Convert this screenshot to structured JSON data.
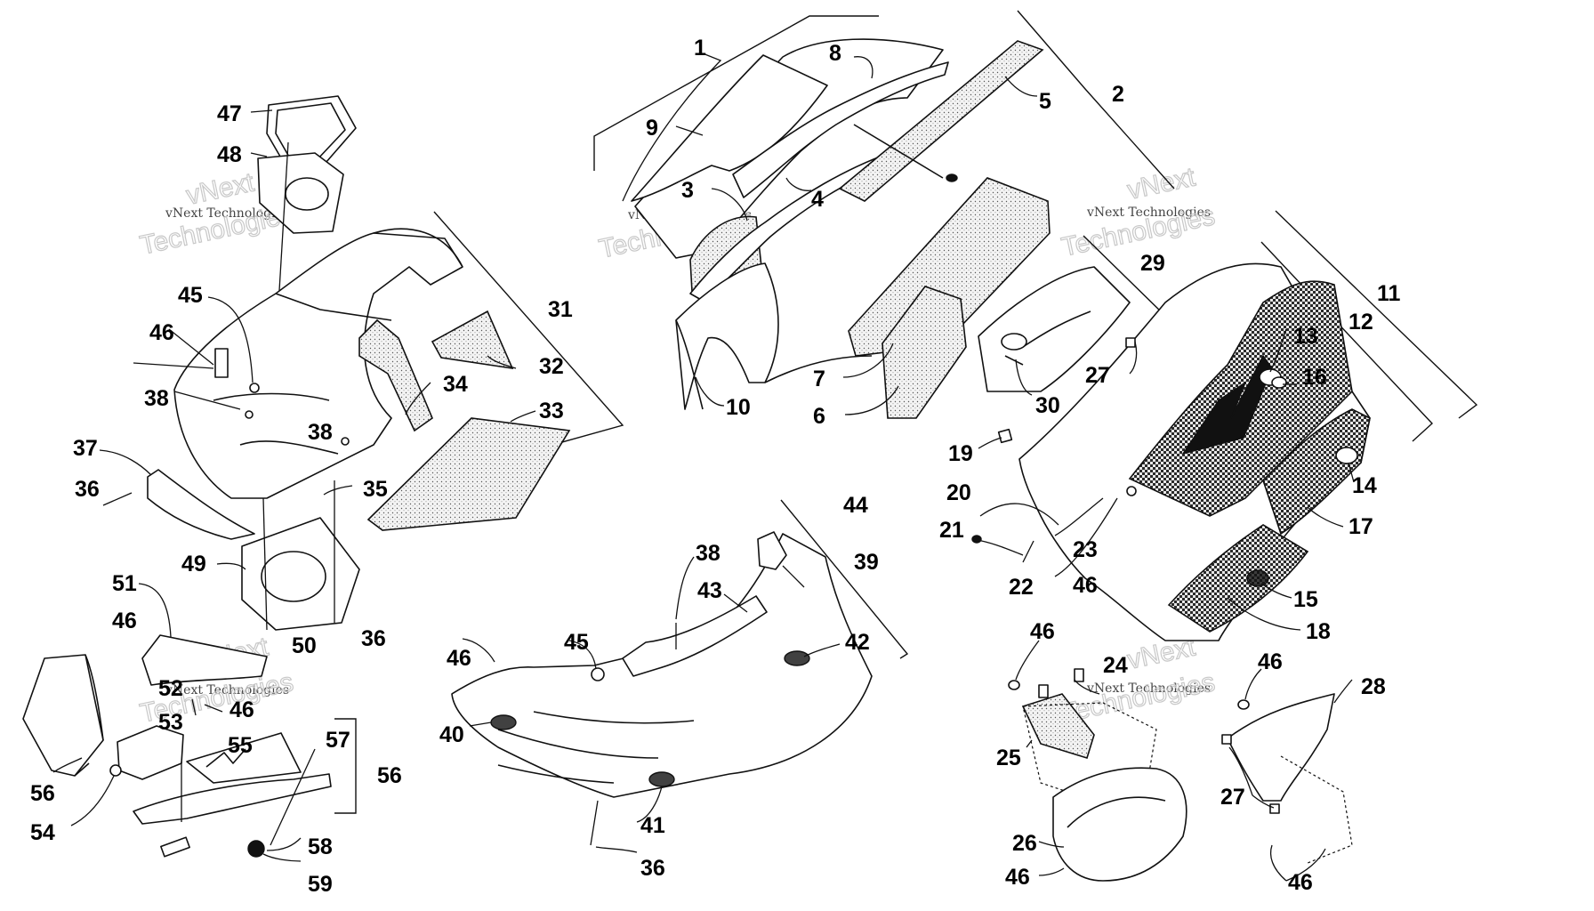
{
  "watermark": {
    "small": "vNext Technologies",
    "big_line1": "vNext",
    "big_line2": "Technologies"
  },
  "callouts": {
    "c1": "1",
    "c2": "2",
    "c3": "3",
    "c4": "4",
    "c5": "5",
    "c6": "6",
    "c7": "7",
    "c8": "8",
    "c9": "9",
    "c10": "10",
    "c11": "11",
    "c12": "12",
    "c13": "13",
    "c14": "14",
    "c15": "15",
    "c16": "16",
    "c17": "17",
    "c18": "18",
    "c19": "19",
    "c20": "20",
    "c21": "21",
    "c22": "22",
    "c23": "23",
    "c24": "24",
    "c25": "25",
    "c26": "26",
    "c27": "27",
    "c28": "28",
    "c29": "29",
    "c30": "30",
    "c31": "31",
    "c32": "32",
    "c33": "33",
    "c34": "34",
    "c35": "35",
    "c36": "36",
    "c37": "37",
    "c38": "38",
    "c39": "39",
    "c40": "40",
    "c41": "41",
    "c42": "42",
    "c43": "43",
    "c44": "44",
    "c45": "45",
    "c46": "46",
    "c47": "47",
    "c48": "48",
    "c49": "49",
    "c50": "50",
    "c51": "51",
    "c52": "52",
    "c53": "53",
    "c54": "54",
    "c55": "55",
    "c56": "56",
    "c57": "57",
    "c58": "58",
    "c59": "59"
  }
}
